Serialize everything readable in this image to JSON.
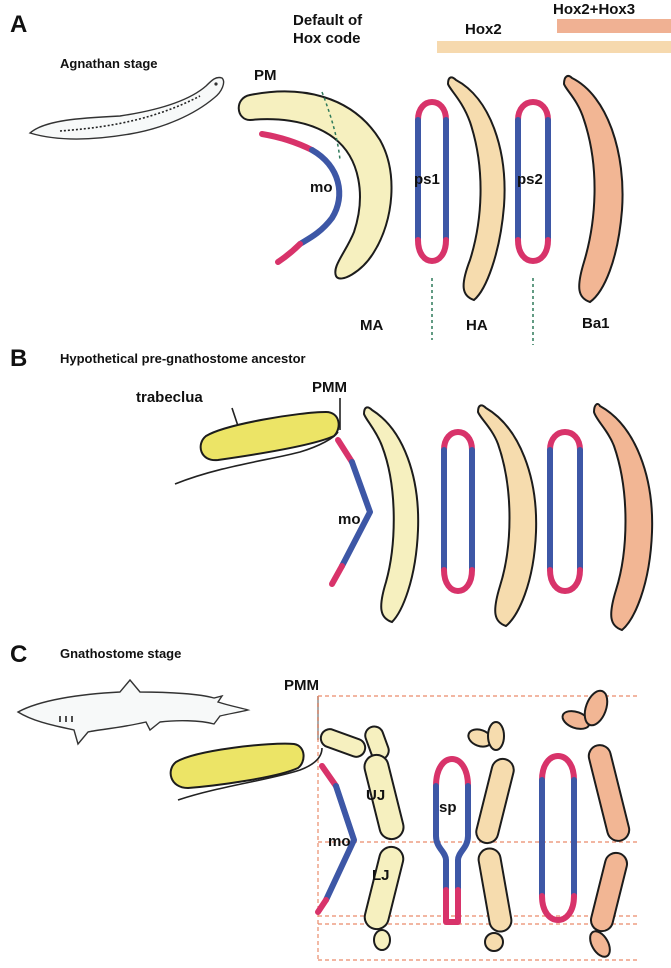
{
  "panels": {
    "a": {
      "letter": "A",
      "stage": "Agnathan stage"
    },
    "b": {
      "letter": "B",
      "stage": "Hypothetical pre-gnathostome ancestor"
    },
    "c": {
      "letter": "C",
      "stage": "Gnathostome stage"
    }
  },
  "header": {
    "default_line1": "Default of",
    "default_line2": "Hox code",
    "hox2": "Hox2",
    "hox23": "Hox2+Hox3"
  },
  "labels": {
    "pm": "PM",
    "mo": "mo",
    "ps1": "ps1",
    "ps2": "ps2",
    "ma": "MA",
    "ha": "HA",
    "ba1": "Ba1",
    "pmm": "PMM",
    "trabeclua": "trabeclua",
    "uj": "UJ",
    "lj": "LJ",
    "sp": "sp"
  },
  "colors": {
    "mandibular_arch": "#f6f0bf",
    "hyoid_arch": "#f6dcae",
    "branchial_arch": "#f2b694",
    "trabecula": "#ece466",
    "pouch_red": "#d8336a",
    "pouch_blue": "#3d57a6"
  }
}
